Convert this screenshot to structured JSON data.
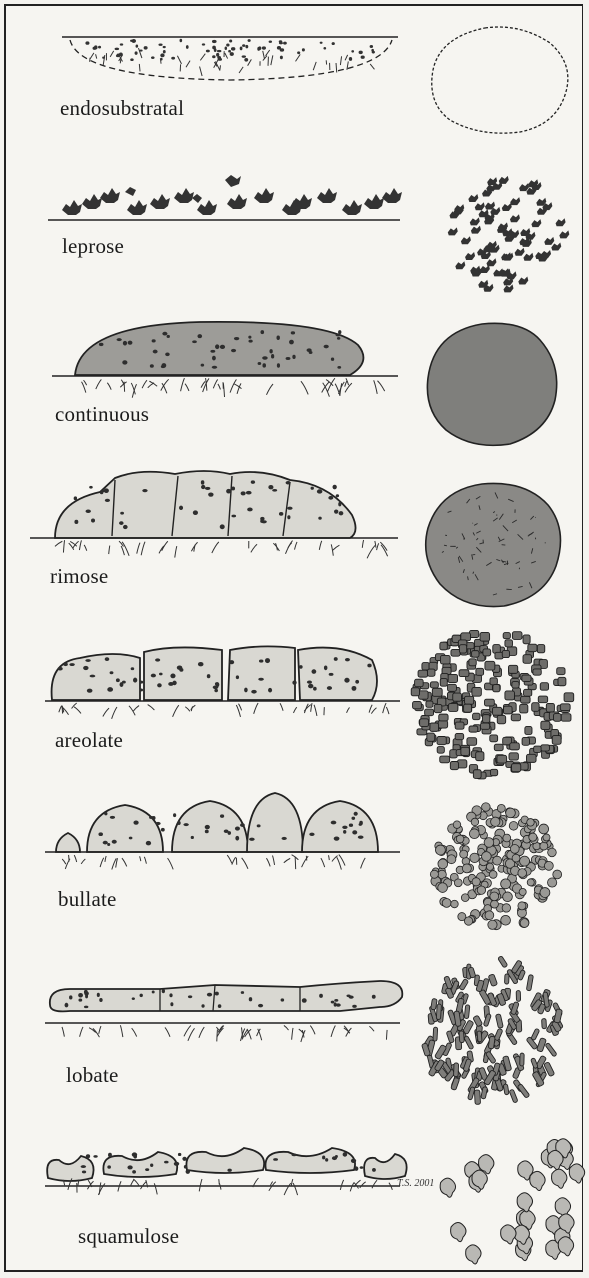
{
  "figure": {
    "rows": [
      {
        "id": "endosubstratal",
        "label": "endosubstratal"
      },
      {
        "id": "leprose",
        "label": "leprose"
      },
      {
        "id": "continuous",
        "label": "continuous"
      },
      {
        "id": "rimose",
        "label": "rimose"
      },
      {
        "id": "areolate",
        "label": "areolate"
      },
      {
        "id": "bullate",
        "label": "bullate"
      },
      {
        "id": "lobate",
        "label": "lobate"
      },
      {
        "id": "squamulose",
        "label": "squamulose"
      }
    ],
    "signature": "T.S. 2001"
  },
  "colors": {
    "ink": "#1f1f1f",
    "thallus_fill": "#d9d8d2",
    "dark_fill": "#7f7f7c",
    "spot": "#3a3a3a"
  }
}
